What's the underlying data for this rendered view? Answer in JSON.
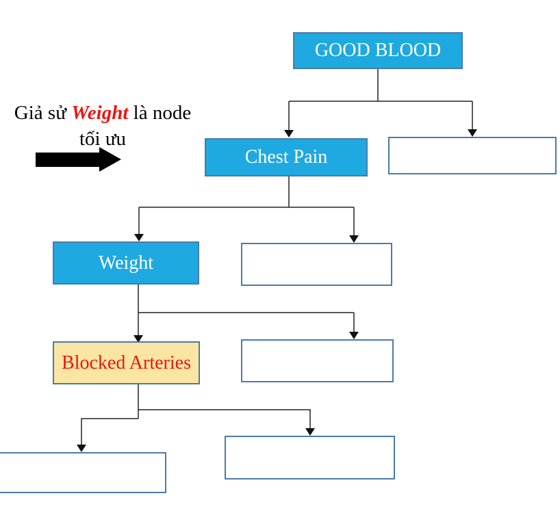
{
  "colors": {
    "node_fill_blue": "#1fa9e1",
    "node_fill_tan": "#fbe5a3",
    "node_border": "#4a7aa8",
    "text_white": "#ffffff",
    "text_red": "#ee1511",
    "connector": "#222222"
  },
  "annotation": {
    "prefix": "Giả sử ",
    "highlight": "Weight",
    "suffix": " là node",
    "line2": "tối ưu"
  },
  "nodes": [
    {
      "id": "good-blood",
      "label": "GOOD BLOOD",
      "style": "blue"
    },
    {
      "id": "chest-pain",
      "label": "Chest Pain",
      "style": "blue"
    },
    {
      "id": "empty-1",
      "label": "",
      "style": "empty"
    },
    {
      "id": "weight",
      "label": "Weight",
      "style": "blue"
    },
    {
      "id": "empty-2",
      "label": "",
      "style": "empty"
    },
    {
      "id": "blocked-arteries",
      "label": "Blocked Arteries",
      "style": "tan"
    },
    {
      "id": "empty-3",
      "label": "",
      "style": "empty"
    },
    {
      "id": "empty-4",
      "label": "",
      "style": "empty"
    },
    {
      "id": "empty-5",
      "label": "",
      "style": "empty"
    }
  ],
  "edges": [
    {
      "from": "good-blood",
      "to": "chest-pain"
    },
    {
      "from": "good-blood",
      "to": "empty-1"
    },
    {
      "from": "chest-pain",
      "to": "weight"
    },
    {
      "from": "chest-pain",
      "to": "empty-2"
    },
    {
      "from": "weight",
      "to": "blocked-arteries"
    },
    {
      "from": "weight",
      "to": "empty-3"
    },
    {
      "from": "blocked-arteries",
      "to": "empty-4"
    },
    {
      "from": "blocked-arteries",
      "to": "empty-5"
    }
  ]
}
